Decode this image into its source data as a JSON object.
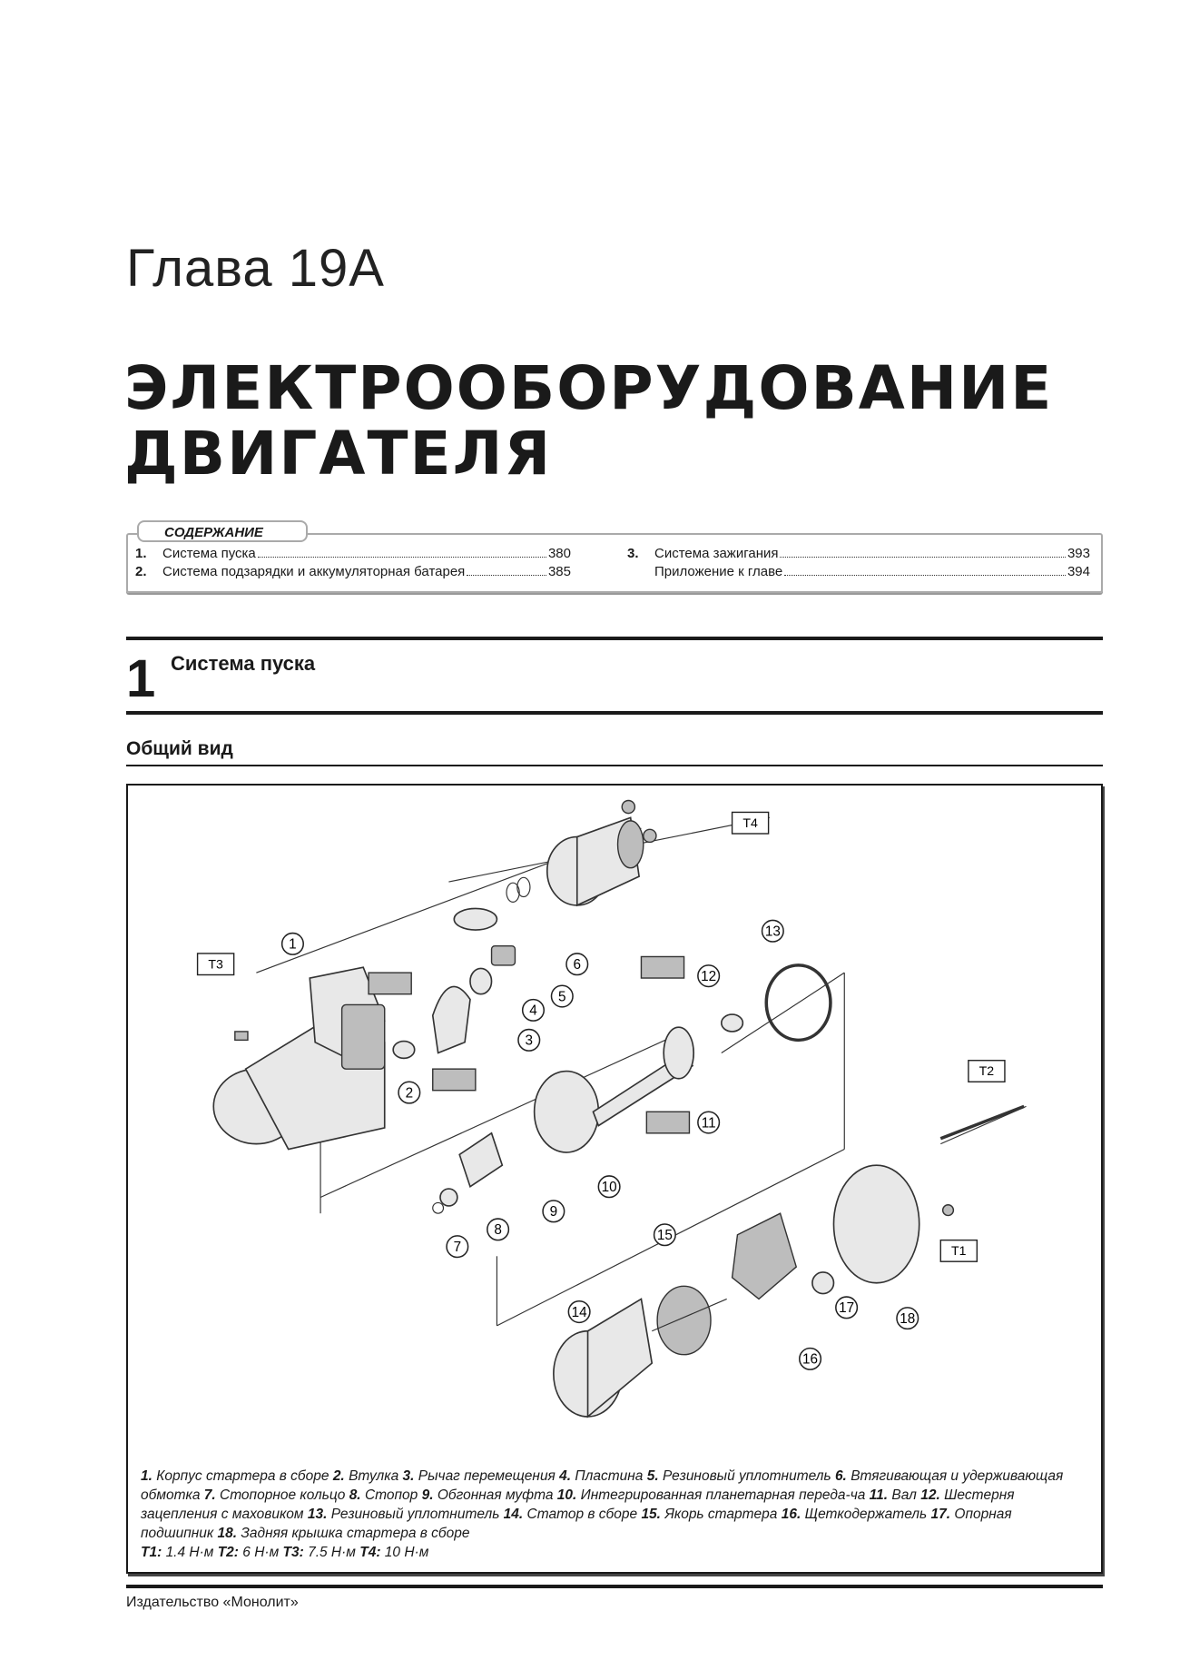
{
  "chapter": {
    "label": "Глава 19А"
  },
  "title": {
    "line1": "ЭЛЕКТРООБОРУДОВАНИЕ",
    "line2": "ДВИГАТЕЛЯ"
  },
  "toc": {
    "heading": "СОДЕРЖАНИЕ",
    "items": [
      {
        "num": "1.",
        "text": "Система пуска",
        "page": "380"
      },
      {
        "num": "2.",
        "text": "Система подзарядки и аккумуляторная батарея",
        "page": "385"
      },
      {
        "num": "3.",
        "text": "Система зажигания",
        "page": "393"
      },
      {
        "num": "",
        "text": "Приложение к главе",
        "page": "394"
      }
    ]
  },
  "section": {
    "number": "1",
    "title": "Система пуска"
  },
  "subsection": {
    "title": "Общий вид"
  },
  "figure": {
    "callouts": [
      "1",
      "2",
      "3",
      "4",
      "5",
      "6",
      "7",
      "8",
      "9",
      "10",
      "11",
      "12",
      "13",
      "14",
      "15",
      "16",
      "17",
      "18"
    ],
    "torque_labels": [
      "T1",
      "T2",
      "T3",
      "T4"
    ],
    "caption": [
      {
        "n": "1.",
        "t": "Корпус стартера в сборе"
      },
      {
        "n": "2.",
        "t": "Втулка"
      },
      {
        "n": "3.",
        "t": "Рычаг перемещения"
      },
      {
        "n": "4.",
        "t": "Пластина"
      },
      {
        "n": "5.",
        "t": "Резиновый уплотнитель"
      },
      {
        "n": "6.",
        "t": "Втягивающая и удерживающая обмотка"
      },
      {
        "n": "7.",
        "t": "Стопорное кольцо"
      },
      {
        "n": "8.",
        "t": "Стопор"
      },
      {
        "n": "9.",
        "t": "Обгонная муфта"
      },
      {
        "n": "10.",
        "t": "Интегрированная планетарная переда-ча"
      },
      {
        "n": "11.",
        "t": "Вал"
      },
      {
        "n": "12.",
        "t": "Шестерня зацепления с маховиком"
      },
      {
        "n": "13.",
        "t": "Резиновый уплотнитель"
      },
      {
        "n": "14.",
        "t": "Статор в сборе"
      },
      {
        "n": "15.",
        "t": "Якорь стартера"
      },
      {
        "n": "16.",
        "t": "Щеткодержатель"
      },
      {
        "n": "17.",
        "t": "Опорная подшипник"
      },
      {
        "n": "18.",
        "t": "Задняя крышка стартера в сборе"
      }
    ],
    "torques": [
      {
        "n": "T1:",
        "t": "1.4 Н·м"
      },
      {
        "n": "T2:",
        "t": "6 Н·м"
      },
      {
        "n": "T3:",
        "t": "7.5 Н·м"
      },
      {
        "n": "T4:",
        "t": "10 Н·м"
      }
    ]
  },
  "footer": {
    "publisher": "Издательство «Монолит»"
  }
}
